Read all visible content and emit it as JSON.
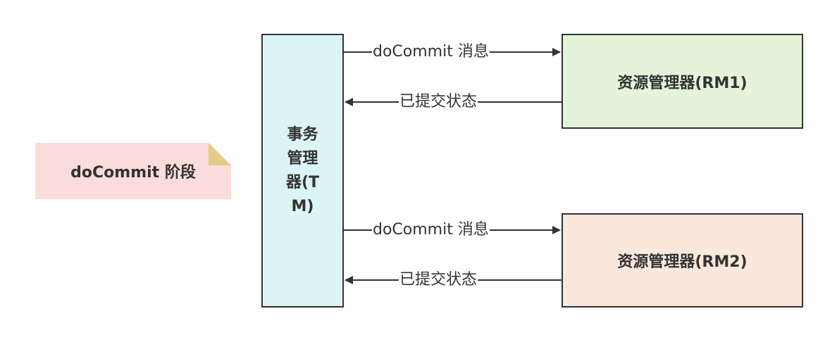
{
  "diagram": {
    "note": {
      "label": "doCommit 阶段",
      "fill": "#fadcdb",
      "fold_fill": "#e2cd86"
    },
    "nodes": {
      "tm": {
        "label": "事务管理器(TM)",
        "fill": "#dbf4f5"
      },
      "rm1": {
        "label": "资源管理器(RM1)",
        "fill": "#e3f4da"
      },
      "rm2": {
        "label": "资源管理器(RM2)",
        "fill": "#fae8dc"
      }
    },
    "edges": [
      {
        "from": "tm",
        "to": "rm1",
        "label": "doCommit 消息"
      },
      {
        "from": "rm1",
        "to": "tm",
        "label": "已提交状态"
      },
      {
        "from": "tm",
        "to": "rm2",
        "label": "doCommit 消息"
      },
      {
        "from": "rm2",
        "to": "tm",
        "label": "已提交状态"
      }
    ],
    "stroke_color": "#333333"
  }
}
